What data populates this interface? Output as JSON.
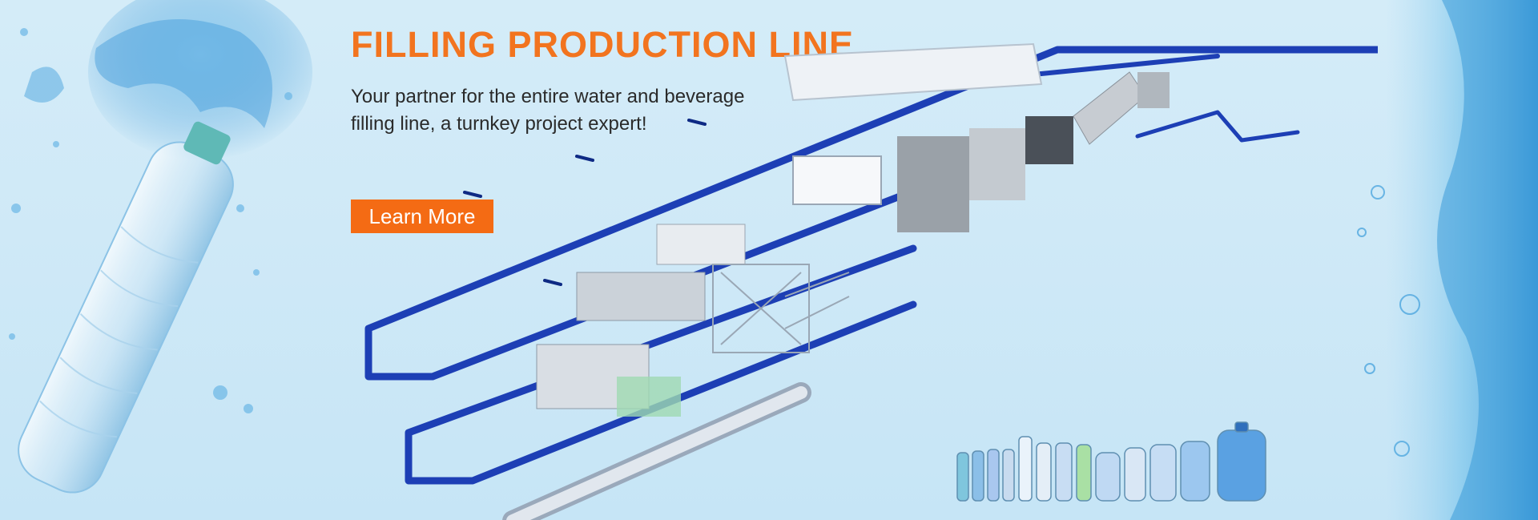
{
  "banner": {
    "headline": "FILLING PRODUCTION LINE",
    "tagline_line1": "Your partner for the entire water and beverage",
    "tagline_line2": "filling line, a turnkey project expert!",
    "cta_label": "Learn More",
    "colors": {
      "headline": "#f2741f",
      "cta_background": "#f46b14",
      "conveyor": "#1d3fb5",
      "background": "#d0eaf8"
    },
    "icons": [
      "water-bottle-splash-image",
      "production-line-machinery-image",
      "bottle-lineup-image",
      "water-splash-image"
    ]
  }
}
